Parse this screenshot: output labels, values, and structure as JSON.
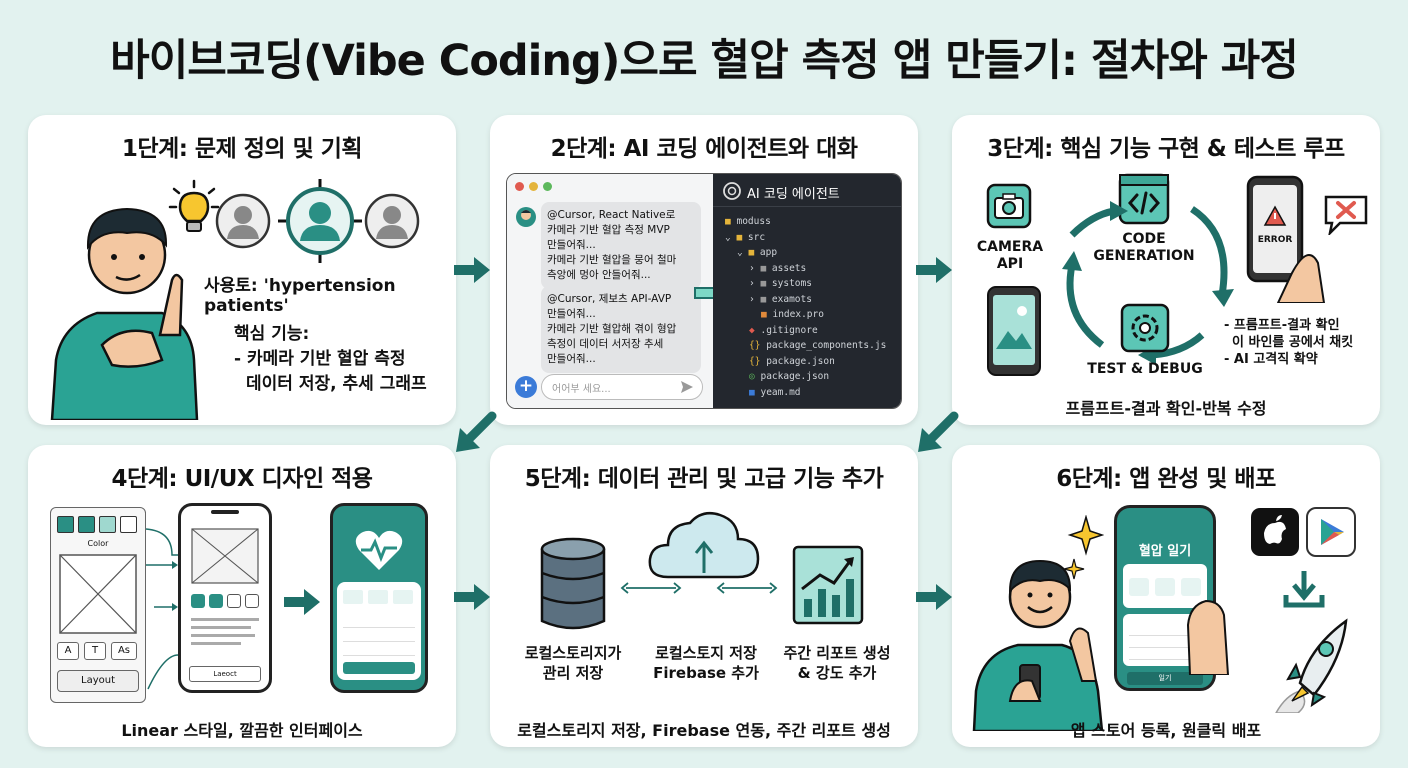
{
  "title": "바이브코딩(Vibe Coding)으로 혈압 측정 앱 만들기: 절차와 과정",
  "colors": {
    "accent": "#2a8f84",
    "accent_dark": "#1f6f68",
    "background": "#e2f2ef"
  },
  "steps": [
    {
      "title": "1단계: 문제 정의 및 기획",
      "target_users": "사용토: 'hypertension patients'",
      "features_heading": "핵심 기능:",
      "features_line1": "- 카메라 기반 혈압 측정",
      "features_line2": "데이터 저장, 추세 그래프",
      "icons": [
        "person-thinking-icon",
        "lightbulb-icon",
        "user-icon",
        "target-user-icon",
        "user-icon"
      ]
    },
    {
      "title": "2단계: AI 코딩 에이전트와 대화",
      "chat_message1": [
        "@Cursor, React Native로",
        "카메라 기반 혈압 측정 MVP",
        "만들어줘...",
        "카메라 기반 혈압을 뭉어 철마",
        "측앙에 멍아 안들어줘..."
      ],
      "chat_message2": [
        "@Cursor, 제보츠 API-AVP",
        "만들어줘...",
        "카메라 기반 혈압해 겪이 형압",
        "측정이 데이터 서저장 추세",
        "만들어줘..."
      ],
      "chat_placeholder": "어어부 세요...",
      "agent_title": "AI 코딩 에이전트",
      "files": [
        "moduss",
        "src",
        "app",
        "assets",
        "systoms",
        "examots",
        "index.pro",
        ".gitignore",
        "package_components.js",
        "package.json",
        "package.json",
        "yeam.md"
      ]
    },
    {
      "title": "3단계: 핵심 기능 구현 & 테스트 루프",
      "camera_label1": "CAMERA",
      "camera_label2": "API",
      "codegen_label1": "CODE",
      "codegen_label2": "GENERATION",
      "test_label": "TEST & DEBUG",
      "error_label": "ERROR",
      "notes": [
        "- 프름프트-결과 확인",
        "이 바인를 공에서 채킷",
        "- AI 고격직 확약"
      ],
      "caption": "프름프트-결과 확인-반복 수정"
    },
    {
      "title": "4단계: UI/UX 디자인 적용",
      "color_label": "Color",
      "layout_label": "Layout",
      "layout_small": "Laeoct",
      "text_tools": [
        "A",
        "T",
        "As"
      ],
      "caption": "Linear 스타일, 깔끔한 인터페이스"
    },
    {
      "title": "5단계: 데이터 관리 및 고급 기능 추가",
      "label_local": [
        "로컬스토리지가",
        "관리 저장"
      ],
      "label_cloud": [
        "로컬스토지 저장",
        "Firebase 추가"
      ],
      "label_report": [
        "주간 리포트 생성",
        "& 강도 추가"
      ],
      "caption": "로컬스토리지 저장, Firebase 연동, 주간 리포트 생성"
    },
    {
      "title": "6단계: 앱 완성 및 배포",
      "app_title": "혈압 일기",
      "app_button": "일기",
      "caption": "앱 스토어 등록, 원클릭 배포"
    }
  ]
}
